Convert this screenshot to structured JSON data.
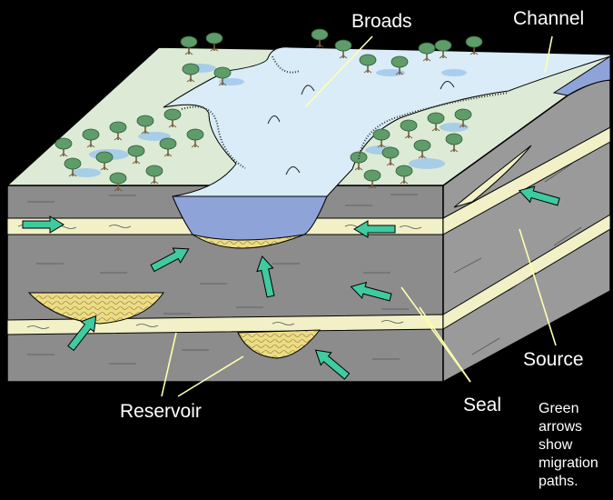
{
  "labels": {
    "broads": "Broads",
    "channel": "Channel",
    "source": "Source",
    "seal": "Seal",
    "reservoir": "Reservoir"
  },
  "note": {
    "lines": [
      "Green",
      "arrows",
      "show",
      "migration",
      "paths."
    ]
  },
  "colors": {
    "background": "#000000",
    "water": "#d9ecf7",
    "channel_water": "#8ea3d8",
    "land": "#ddebd6",
    "shale": "#8c8c8c",
    "shale_side": "#9a9a9a",
    "reservoir_sand": "#f2f0c6",
    "sand_lens": "#ecdc86",
    "arrow": "#3fcaa0",
    "label_line": "#ffffb0",
    "tree": "#5f9c6a"
  }
}
